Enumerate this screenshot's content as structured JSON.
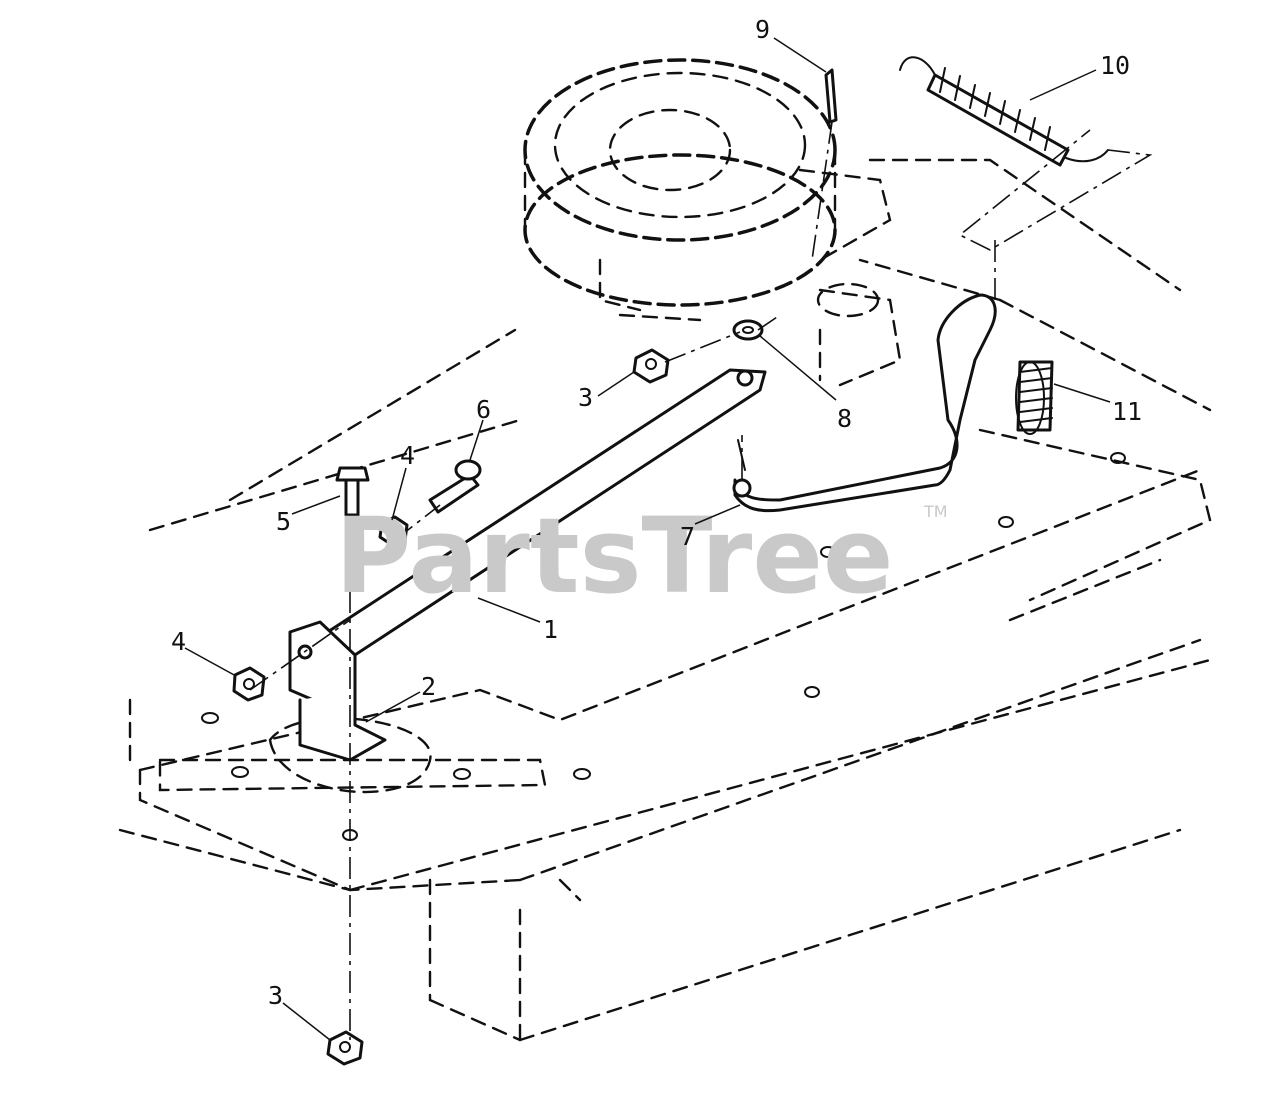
{
  "watermark": {
    "brand": "PartsTree",
    "trademark": "TM"
  },
  "callouts": [
    {
      "id": "c1",
      "label": "1"
    },
    {
      "id": "c2",
      "label": "2"
    },
    {
      "id": "c3a",
      "label": "3"
    },
    {
      "id": "c3b",
      "label": "3"
    },
    {
      "id": "c4a",
      "label": "4"
    },
    {
      "id": "c4b",
      "label": "4"
    },
    {
      "id": "c5",
      "label": "5"
    },
    {
      "id": "c6",
      "label": "6"
    },
    {
      "id": "c7",
      "label": "7"
    },
    {
      "id": "c8",
      "label": "8"
    },
    {
      "id": "c9",
      "label": "9"
    },
    {
      "id": "c10",
      "label": "10"
    },
    {
      "id": "c11",
      "label": "11"
    }
  ]
}
